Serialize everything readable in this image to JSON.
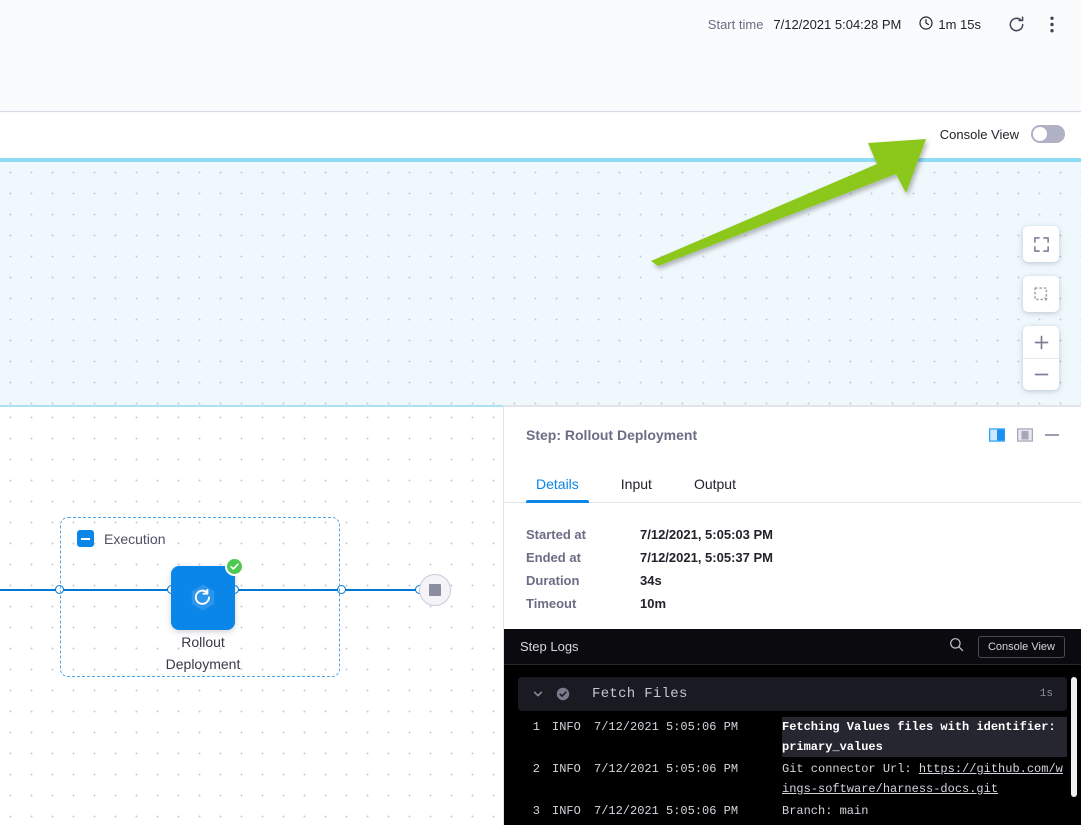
{
  "topbar": {
    "start_time_label": "Start time",
    "start_time_value": "7/12/2021 5:04:28 PM",
    "duration": "1m 15s",
    "refresh_icon": "refresh-icon",
    "more_icon": "kebab-menu-icon"
  },
  "console_strip": {
    "label": "Console View",
    "toggle_state": "off"
  },
  "canvas_controls": {
    "fit_screen_label": "fit-to-screen",
    "select_label": "box-select",
    "zoom_in_label": "+",
    "zoom_out_label": "–"
  },
  "diagram": {
    "group_title": "Execution",
    "step_label": "Rollout\nDeployment",
    "step_label_line1": "Rollout",
    "step_label_line2": "Deployment",
    "step_status": "success",
    "step_icon": "rollout-deployment-icon",
    "end_node": "stop-node"
  },
  "step_panel": {
    "title": "Step: Rollout Deployment",
    "tabs": [
      {
        "label": "Details",
        "active": true
      },
      {
        "label": "Input",
        "active": false
      },
      {
        "label": "Output",
        "active": false
      }
    ],
    "details": [
      {
        "key": "Started at",
        "value": "7/12/2021, 5:05:03 PM"
      },
      {
        "key": "Ended at",
        "value": "7/12/2021, 5:05:37 PM"
      },
      {
        "key": "Duration",
        "value": "34s"
      },
      {
        "key": "Timeout",
        "value": "10m"
      }
    ],
    "accent_color": "#0a86e8"
  },
  "logs": {
    "title": "Step Logs",
    "search_icon": "search-icon",
    "console_view_button": "Console View",
    "section": {
      "name": "Fetch Files",
      "duration": "1s",
      "status": "success",
      "expanded": true
    },
    "lines": [
      {
        "num": "1",
        "level": "INFO",
        "time": "7/12/2021 5:05:06 PM",
        "message": "Fetching Values files with identifier: primary_values",
        "highlight": true,
        "link": null
      },
      {
        "num": "2",
        "level": "INFO",
        "time": "7/12/2021 5:05:06 PM",
        "message": "Git connector Url: ",
        "highlight": false,
        "link": "https://github.com/wings-software/harness-docs.git"
      },
      {
        "num": "3",
        "level": "INFO",
        "time": "7/12/2021 5:05:06 PM",
        "message": "Branch: main",
        "highlight": false,
        "link": null
      }
    ]
  },
  "annotation": {
    "arrow_color": "#7ed321",
    "arrow_target": "console-view-toggle"
  },
  "colors": {
    "accent": "#0a86e8",
    "success": "#4dc952",
    "canvas_bg": "#eff8fd",
    "arrow": "#8cc81a"
  }
}
